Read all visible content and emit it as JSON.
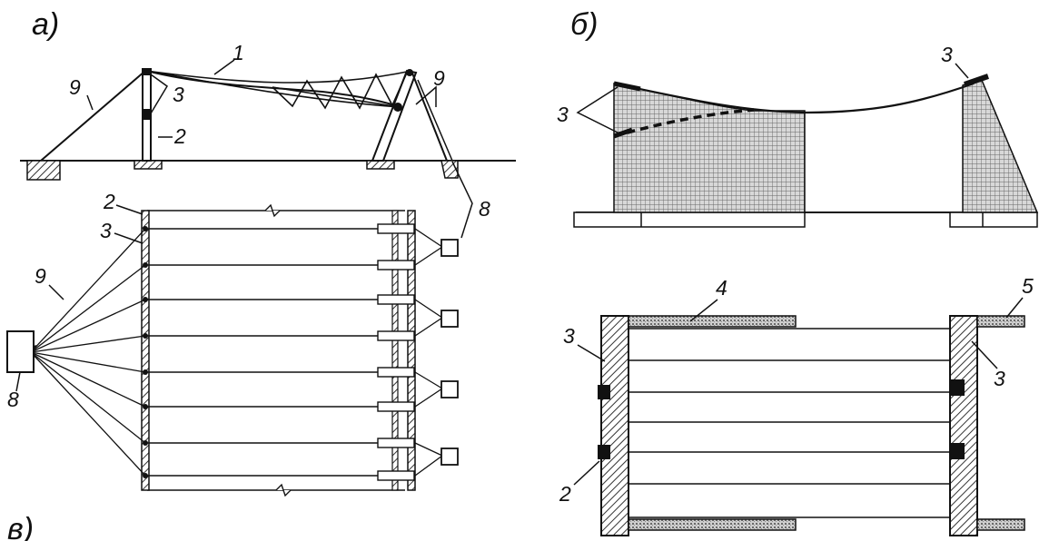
{
  "panels": {
    "a": {
      "label": "а)"
    },
    "b": {
      "label": "б)"
    },
    "c": {
      "label": "в)"
    }
  },
  "callouts": {
    "a_top": [
      "1",
      "2",
      "3",
      "9",
      "9"
    ],
    "a_plan": [
      "2",
      "3",
      "9",
      "8",
      "8"
    ],
    "b_top": [
      "3",
      "3"
    ],
    "b_plan": [
      "4",
      "5",
      "3",
      "3",
      "2"
    ]
  },
  "colors": {
    "ink": "#111111",
    "hatch": "#333333",
    "fill_gray": "#bdbdbd"
  }
}
